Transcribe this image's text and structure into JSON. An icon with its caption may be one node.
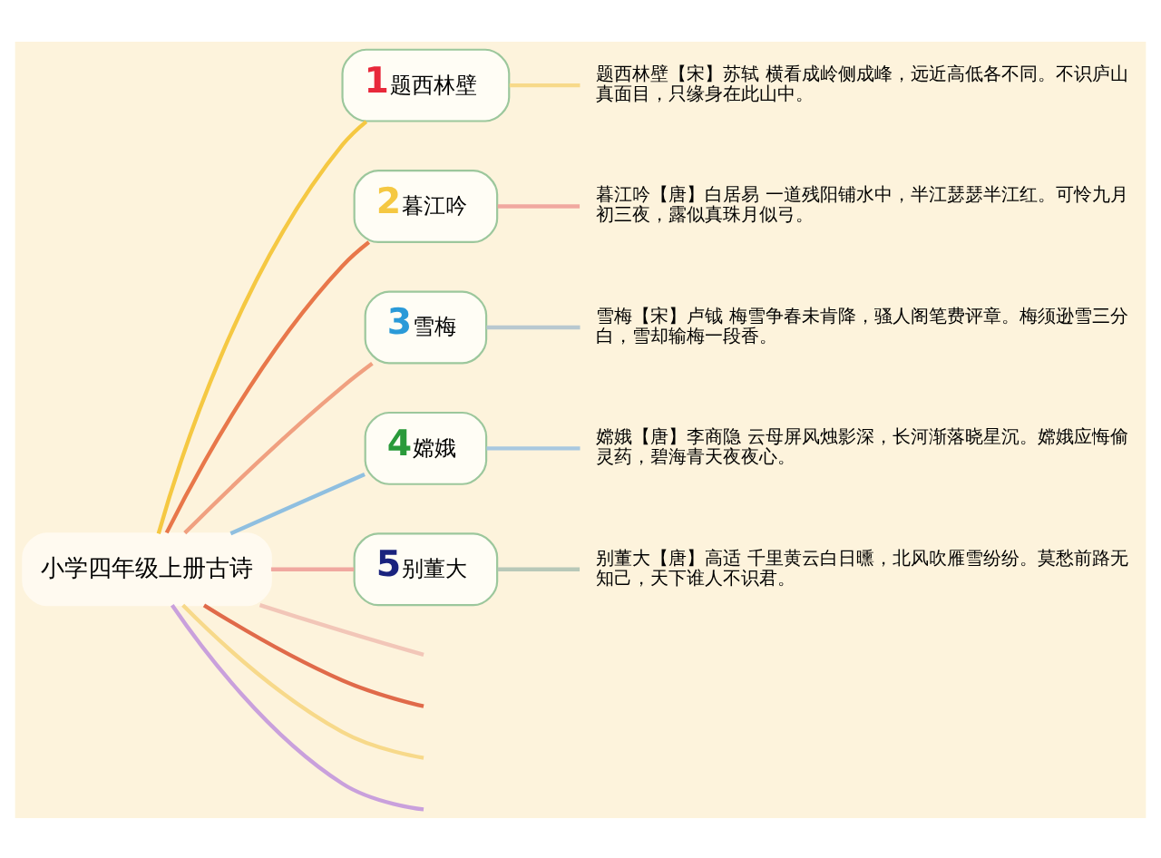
{
  "diagram": {
    "nodes": [
      {
        "text": [
          "小学四年级上册古诗"
        ]
      },
      {
        "text": [
          "1",
          "题西林壁"
        ]
      },
      {
        "text": [
          "2",
          "暮江吟"
        ]
      },
      {
        "text": [
          "3",
          "雪梅"
        ]
      },
      {
        "text": [
          "4",
          "嫦娥"
        ]
      },
      {
        "text": [
          "5",
          "别董大"
        ]
      },
      {
        "text": [
          "题西林壁【宋】苏轼 横看成岭侧成峰，远近高低各不同。不识庐山真面目，只缘身在此山中。"
        ]
      },
      {
        "text": [
          "暮江吟【唐】白居易 一道残阳铺水中，半江瑟瑟半江红。可怜九月初三夜，露似真珠月似弓。"
        ]
      },
      {
        "text": [
          "雪梅【宋】卢钺 梅雪争春未肯降，骚人阁笔费评章。梅须逊雪三分白，雪却输梅一段香。"
        ]
      },
      {
        "text": [
          "嫦娥【唐】李商隐 云母屏风烛影深，长河渐落晓星沉。嫦娥应悔偷灵药，碧海青天夜夜心。"
        ]
      },
      {
        "text": [
          "别董大【唐】高适 千里黄云白日曛，北风吹雁雪纷纷。莫愁前路无知己，天下谁人不识君。"
        ]
      }
    ],
    "edges": [
      {
        "from": 0,
        "to": 1,
        "arrow": "none",
        "color": "#f5c842"
      },
      {
        "from": 0,
        "to": 2,
        "arrow": "none",
        "color": "#e8774a"
      },
      {
        "from": 0,
        "to": 3,
        "arrow": "none",
        "color": "#f0a080"
      },
      {
        "from": 0,
        "to": 4,
        "arrow": "none",
        "color": "#8fbfe0"
      },
      {
        "from": 0,
        "to": 5,
        "arrow": "none",
        "color": "#f0a8a0"
      },
      {
        "from": 0,
        "to": null,
        "arrow": "none",
        "color": "#c9a0dc"
      },
      {
        "from": 0,
        "to": null,
        "arrow": "none",
        "color": "#f7d98a"
      },
      {
        "from": 0,
        "to": null,
        "arrow": "none",
        "color": "#e06a4a"
      },
      {
        "from": 0,
        "to": null,
        "arrow": "none",
        "color": "#f2c6b8"
      },
      {
        "from": 1,
        "to": 6,
        "arrow": "none",
        "color": "#f7d98a"
      },
      {
        "from": 2,
        "to": 7,
        "arrow": "none",
        "color": "#f0a8a0"
      },
      {
        "from": 3,
        "to": 8,
        "arrow": "none",
        "color": "#b8c8d0"
      },
      {
        "from": 4,
        "to": 9,
        "arrow": "none",
        "color": "#a8c8e0"
      },
      {
        "from": 5,
        "to": 10,
        "arrow": "none",
        "color": "#b8c8b8"
      }
    ]
  }
}
